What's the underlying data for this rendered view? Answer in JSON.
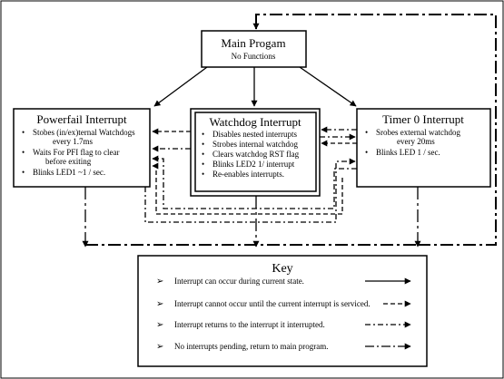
{
  "main": {
    "title": "Main Progam",
    "subtitle": "No Functions"
  },
  "powerfail": {
    "title": "Powerfail Interrupt",
    "bullets": [
      "Stobes (in/ex)ternal Watchdogs",
      "every 1.7ms",
      "Waits For PFI flag to clear",
      "before exiting",
      "Blinks LED1 ~1 / sec."
    ]
  },
  "watchdog": {
    "title": "Watchdog Interrupt",
    "bullets": [
      "Disables nested interrupts",
      "Strobes internal watchdog",
      "Clears watchdog RST flag",
      "Blinks LED2 1/ interrupt",
      "Re-enables interrupts."
    ]
  },
  "timer": {
    "title": "Timer 0 Interrupt",
    "bullets": [
      "Srobes external watchdog",
      "every 20ms",
      "Blinks LED 1 / sec."
    ]
  },
  "key": {
    "title": "Key",
    "items": [
      {
        "text": "Interrupt can occur during current state.",
        "style": "solid"
      },
      {
        "text": "Interrupt cannot occur until the current interrupt is serviced.",
        "style": "dashed"
      },
      {
        "text": "Interrupt returns to the interrupt it interrupted.",
        "style": "dashdot"
      },
      {
        "text": "No interrupts pending, return to main program.",
        "style": "longdashdot"
      }
    ]
  },
  "bullet_glyph": "•",
  "key_marker_glyph": "➢"
}
